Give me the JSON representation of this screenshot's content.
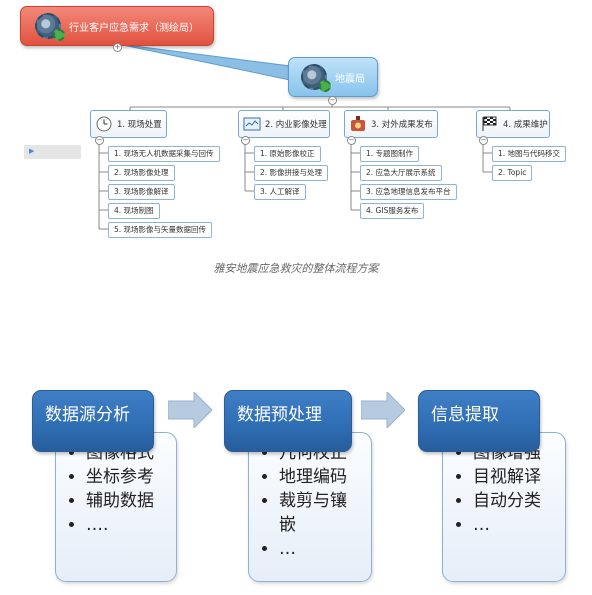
{
  "mindmap": {
    "top_node": "行业客户应急需求（测绘局）",
    "center_node": "地震局",
    "branches": [
      {
        "label": "1. 现场处置",
        "icon": "clock-icon",
        "items": [
          "1. 现场无人机数据采集与回传",
          "2. 现场影像处理",
          "3. 现场影像解译",
          "4. 现场制图",
          "5. 现场影像与矢量数据回传"
        ]
      },
      {
        "label": "2. 内业影像处理",
        "icon": "monitor-chart-icon",
        "items": [
          "1. 原始影像校正",
          "2. 影像拼接与处理",
          "3. 人工解译"
        ]
      },
      {
        "label": "3. 对外成果发布",
        "icon": "broadcast-icon",
        "items": [
          "1. 专题图制作",
          "2. 应急大厅展示系统",
          "3. 应急地理信息发布平台",
          "4. GIS服务发布"
        ]
      },
      {
        "label": "4. 成果维护",
        "icon": "checkered-flag-icon",
        "items": [
          "1. 地图与代码移交",
          "2. Topic"
        ]
      }
    ],
    "caption": "雅安地震应急救灾的整体流程方案",
    "side_marker": "▶"
  },
  "process": {
    "stages": [
      {
        "title": "数据源分析",
        "items": [
          "图像格式",
          "坐标参考",
          "辅助数据",
          "…."
        ]
      },
      {
        "title": "数据预处理",
        "items": [
          "几何校正",
          "地理编码",
          "裁剪与镶嵌",
          "…"
        ]
      },
      {
        "title": "信息提取",
        "items": [
          "图像增强",
          "目视解译",
          "自动分类",
          "…"
        ]
      }
    ]
  },
  "colors": {
    "top_node": "#e0523f",
    "center_node": "#87c3ec",
    "stage_header": "#2f6db3",
    "arrow": "#b6cae0"
  }
}
